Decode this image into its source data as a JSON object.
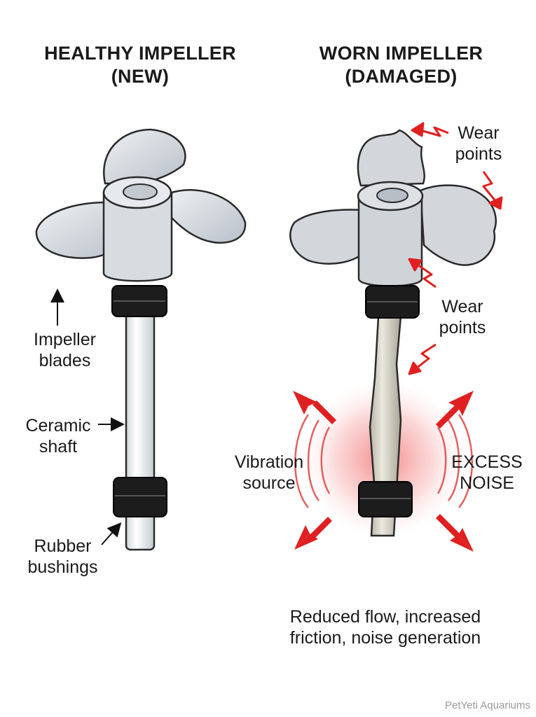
{
  "left_panel": {
    "title_line1": "HEALTHY IMPELLER",
    "title_line2": "(NEW)",
    "labels": {
      "blades_line1": "Impeller",
      "blades_line2": "blades",
      "shaft_line1": "Ceramic",
      "shaft_line2": "shaft",
      "bushings_line1": "Rubber",
      "bushings_line2": "bushings"
    }
  },
  "right_panel": {
    "title_line1": "WORN IMPELLER",
    "title_line2": "(DAMAGED)",
    "labels": {
      "wear_top_line1": "Wear",
      "wear_top_line2": "points",
      "wear_mid_line1": "Wear",
      "wear_mid_line2": "points",
      "vibration_line1": "Vibration",
      "vibration_line2": "source",
      "noise_line1": "EXCESS",
      "noise_line2": "NOISE"
    },
    "caption_line1": "Reduced flow, increased",
    "caption_line2": "friction, noise generation"
  },
  "watermark": "PetYeti Aquariums",
  "colors": {
    "impeller_gray": "#d9dde2",
    "bushing_black": "#1c1c1c",
    "shaft_white": "#f4f6f7",
    "wear_arrow_red": "#e02020",
    "vibration_glow": "#f3a0a0"
  }
}
